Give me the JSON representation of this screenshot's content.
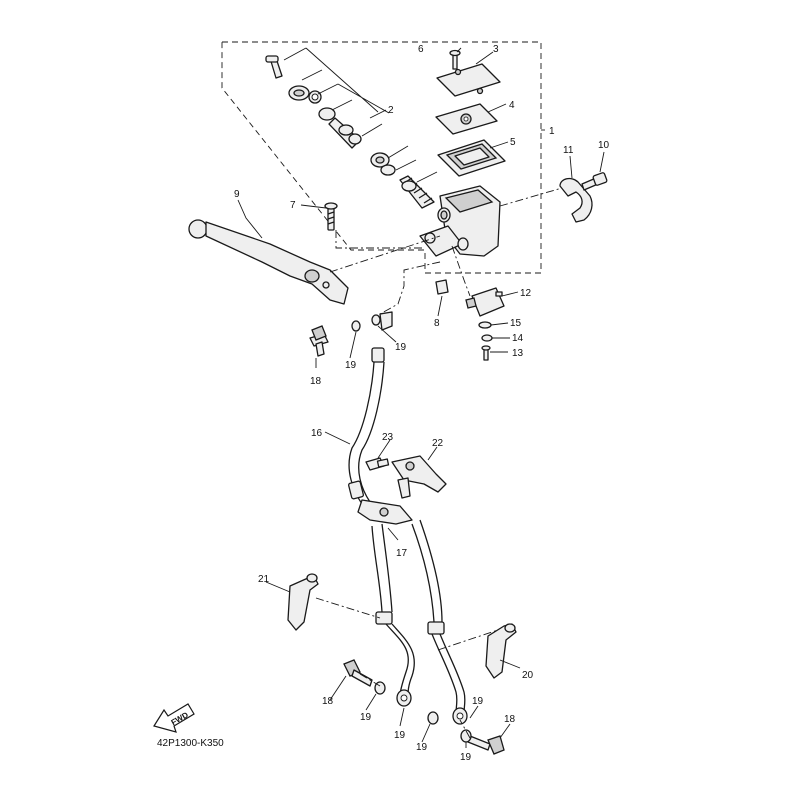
{
  "diagram_code": "42P1300-K350",
  "fwd_label": "FWD",
  "callouts": {
    "c1": "1",
    "c2": "2",
    "c3": "3",
    "c4": "4",
    "c5": "5",
    "c6": "6",
    "c7": "7",
    "c8": "8",
    "c9": "9",
    "c10": "10",
    "c11": "11",
    "c12": "12",
    "c13": "13",
    "c14": "14",
    "c15": "15",
    "c16": "16",
    "c17": "17",
    "c18a": "18",
    "c18b": "18",
    "c18c": "18",
    "c19a": "19",
    "c19b": "19",
    "c19c": "19",
    "c19d": "19",
    "c19e": "19",
    "c19f": "19",
    "c20": "20",
    "c21": "21",
    "c22": "22",
    "c23": "23"
  },
  "parts": [
    "master-cylinder-assembly",
    "cylinder-kit",
    "reservoir-cap",
    "diaphragm-plate",
    "diaphragm",
    "cap-screw",
    "lever-pivot-bolt",
    "nut",
    "brake-lever",
    "holder-bolt",
    "master-cylinder-holder",
    "brake-light-switch",
    "switch-screw",
    "spring-washer",
    "washer",
    "brake-hose-1",
    "hose-holder-bolt",
    "union-bolt",
    "copper-washer",
    "brake-hose-2-bracket",
    "brake-hose-3-bracket",
    "hose-joint",
    "joint-bolt"
  ],
  "icons": [
    "fwd-arrow-icon"
  ]
}
